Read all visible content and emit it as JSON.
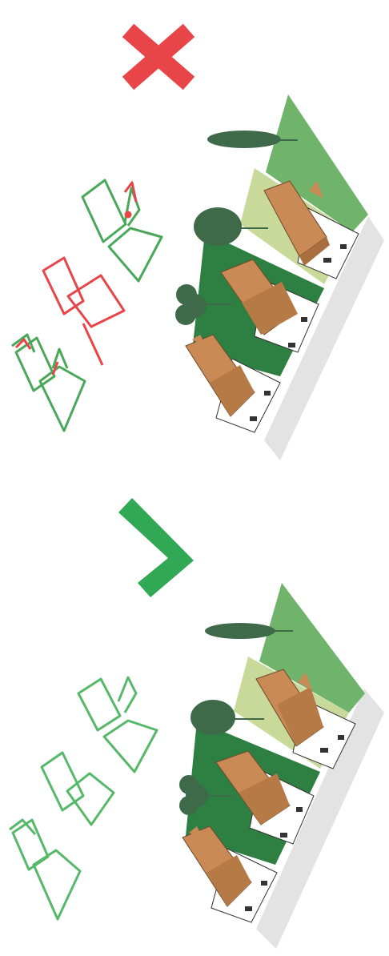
{
  "figure": {
    "panels": [
      {
        "id": "incorrect",
        "marker_icon": "cross-icon",
        "marker_color": "#e84549",
        "footprint_line_color": "#4aa85a",
        "footprint_error_color": "#e84549",
        "houses": 3,
        "trees": [
          "tall-cypress",
          "round-tree",
          "bushy-tree"
        ]
      },
      {
        "id": "correct",
        "marker_icon": "check-icon",
        "marker_color": "#31a854",
        "footprint_line_color": "#58b86a",
        "houses": 3,
        "trees": [
          "tall-cypress",
          "round-tree",
          "bushy-tree"
        ]
      }
    ],
    "colors": {
      "lawn_light": "#c9d99a",
      "lawn_dark": "#2e7f42",
      "slope_green": "#6fb46a",
      "roof_brown": "#c98a55",
      "roof_dark": "#a96f3f",
      "wall_white": "#ffffff",
      "shadow": "#e3e3e3",
      "tree_dark": "#3f6a49"
    }
  }
}
